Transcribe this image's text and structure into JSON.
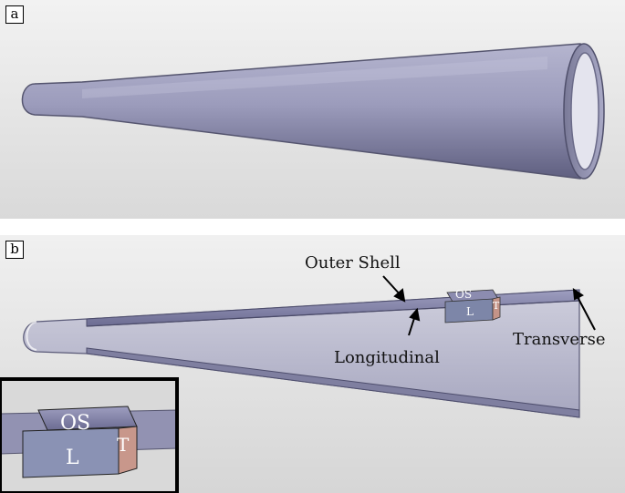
{
  "panels": [
    {
      "label": "a"
    },
    {
      "label": "b"
    }
  ],
  "annotations": {
    "outer_shell": "Outer Shell",
    "longitudinal": "Longitudinal",
    "transverse": "Transverse"
  },
  "element_block": {
    "top_face": "OS",
    "front_face": "L",
    "side_face": "T"
  }
}
